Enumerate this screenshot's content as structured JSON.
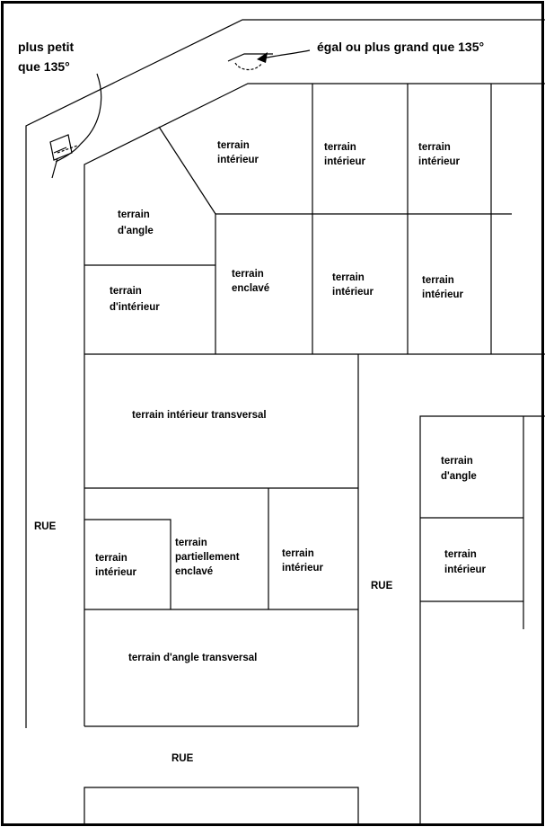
{
  "annotations": {
    "small_angle": [
      "plus petit",
      "que 135°"
    ],
    "large_angle": "égal ou plus grand que 135°"
  },
  "streets": {
    "left": "RUE",
    "middle": "RUE",
    "bottom": "RUE"
  },
  "lots": {
    "top_interior_1": [
      "terrain",
      "intérieur"
    ],
    "top_interior_2": [
      "terrain",
      "intérieur"
    ],
    "top_interior_3": [
      "terrain",
      "intérieur"
    ],
    "corner_top": [
      "terrain",
      "d'angle"
    ],
    "interior_left": [
      "terrain",
      "d'intérieur"
    ],
    "enclave": [
      "terrain",
      "enclavé"
    ],
    "mid_interior_1": [
      "terrain",
      "intérieur"
    ],
    "mid_interior_2": [
      "terrain",
      "intérieur"
    ],
    "interior_transversal": "terrain intérieur transversal",
    "lower_interior_left": [
      "terrain",
      "intérieur"
    ],
    "partially_enclave": [
      "terrain",
      "partiellement",
      "enclavé"
    ],
    "lower_interior_right": [
      "terrain",
      "intérieur"
    ],
    "corner_transversal": "terrain d'angle transversal",
    "right_corner": [
      "terrain",
      "d'angle"
    ],
    "right_interior": [
      "terrain",
      "intérieur"
    ]
  }
}
